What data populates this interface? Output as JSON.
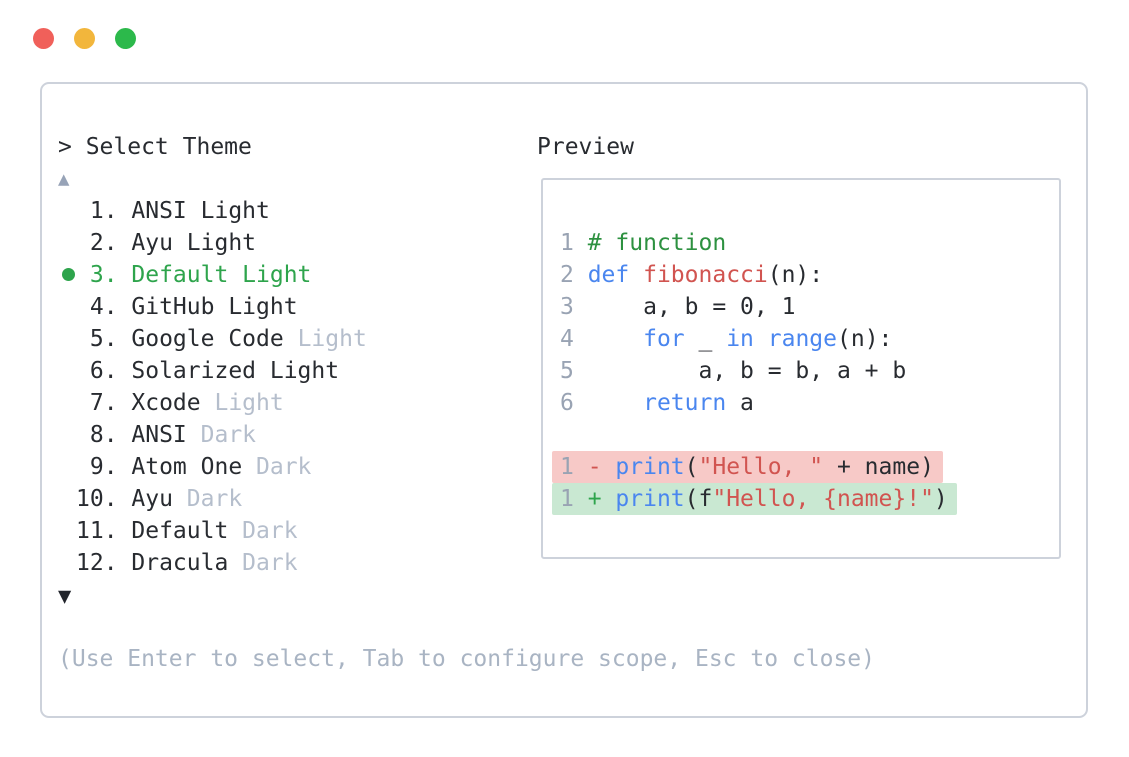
{
  "window": {
    "prompt": "> Select Theme",
    "preview_label": "Preview",
    "help": "(Use Enter to select, Tab to configure scope, Esc to close)"
  },
  "theme_list": {
    "scroll_up_icon": "▲",
    "scroll_down_icon": "▼",
    "items": [
      {
        "prefix": " 1. ",
        "name": "ANSI Light",
        "suffix": "",
        "selected": false
      },
      {
        "prefix": " 2. ",
        "name": "Ayu Light",
        "suffix": "",
        "selected": false
      },
      {
        "prefix": " 3. ",
        "name": "Default Light",
        "suffix": "",
        "selected": true
      },
      {
        "prefix": " 4. ",
        "name": "GitHub Light",
        "suffix": "",
        "selected": false
      },
      {
        "prefix": " 5. ",
        "name": "Google Code",
        "suffix": "Light",
        "selected": false
      },
      {
        "prefix": " 6. ",
        "name": "Solarized Light",
        "suffix": "",
        "selected": false
      },
      {
        "prefix": " 7. ",
        "name": "Xcode",
        "suffix": "Light",
        "selected": false
      },
      {
        "prefix": " 8. ",
        "name": "ANSI",
        "suffix": "Dark",
        "selected": false
      },
      {
        "prefix": " 9. ",
        "name": "Atom One",
        "suffix": "Dark",
        "selected": false
      },
      {
        "prefix": "10. ",
        "name": "Ayu",
        "suffix": "Dark",
        "selected": false
      },
      {
        "prefix": "11. ",
        "name": "Default",
        "suffix": "Dark",
        "selected": false
      },
      {
        "prefix": "12. ",
        "name": "Dracula",
        "suffix": "Dark",
        "selected": false
      }
    ]
  },
  "preview": {
    "code_lines": [
      {
        "num": "1",
        "bg": "none",
        "tokens": [
          {
            "text": "# function",
            "style": "comment"
          }
        ]
      },
      {
        "num": "2",
        "bg": "none",
        "tokens": [
          {
            "text": "def",
            "style": "keyword"
          },
          {
            "text": " ",
            "style": "plain"
          },
          {
            "text": "fibonacci",
            "style": "function"
          },
          {
            "text": "(n):",
            "style": "plain"
          }
        ]
      },
      {
        "num": "3",
        "bg": "none",
        "tokens": [
          {
            "text": "    a, b = 0, 1",
            "style": "plain"
          }
        ]
      },
      {
        "num": "4",
        "bg": "none",
        "tokens": [
          {
            "text": "    ",
            "style": "plain"
          },
          {
            "text": "for",
            "style": "keyword"
          },
          {
            "text": " _ ",
            "style": "plain"
          },
          {
            "text": "in",
            "style": "keyword"
          },
          {
            "text": " ",
            "style": "plain"
          },
          {
            "text": "range",
            "style": "keyword"
          },
          {
            "text": "(n):",
            "style": "plain"
          }
        ]
      },
      {
        "num": "5",
        "bg": "none",
        "tokens": [
          {
            "text": "        a, b = b, a + b",
            "style": "plain"
          }
        ]
      },
      {
        "num": "6",
        "bg": "none",
        "tokens": [
          {
            "text": "    ",
            "style": "plain"
          },
          {
            "text": "return",
            "style": "keyword"
          },
          {
            "text": " a",
            "style": "plain"
          }
        ]
      },
      {
        "num": "",
        "bg": "none",
        "tokens": []
      },
      {
        "num": "1",
        "bg": "removed",
        "tokens": [
          {
            "text": "- ",
            "style": "minus"
          },
          {
            "text": "print",
            "style": "keyword"
          },
          {
            "text": "(",
            "style": "plain"
          },
          {
            "text": "\"Hello, \"",
            "style": "string"
          },
          {
            "text": " + name)",
            "style": "plain"
          }
        ]
      },
      {
        "num": "1",
        "bg": "added",
        "tokens": [
          {
            "text": "+ ",
            "style": "plus"
          },
          {
            "text": "print",
            "style": "keyword"
          },
          {
            "text": "(f",
            "style": "plain"
          },
          {
            "text": "\"Hello, {name}!\"",
            "style": "string"
          },
          {
            "text": ")",
            "style": "plain"
          }
        ]
      }
    ]
  },
  "colors": {
    "text": "#282B30",
    "muted": "#B5BECC",
    "help_gray": "#A9B4C3",
    "line_number": "#99A3B3",
    "selection_green": "#2EA44C",
    "comment_green": "#2D9140",
    "keyword_blue": "#4A86EF",
    "string_red": "#D15450",
    "removed_bg": "#F7C9C7",
    "added_bg": "#C9E8D2",
    "border": "#CDD2DB",
    "arrow_up": "#97A3B7",
    "arrow_down": "#22252C",
    "traffic_red": "#F0605A",
    "traffic_yellow": "#F2B63C",
    "traffic_green": "#2CB94B"
  }
}
